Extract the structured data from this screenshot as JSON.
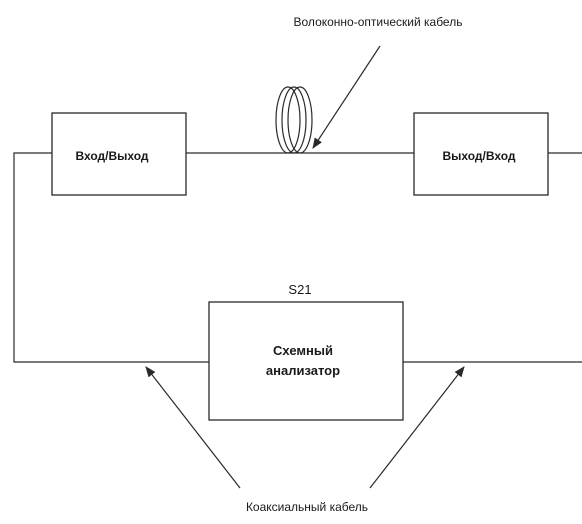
{
  "labels": {
    "fiber_cable": "Волоконно-оптический кабель",
    "io_left": "Вход/Выход",
    "io_right": "Выход/Вход",
    "s_param": "S21",
    "analyzer_line1": "Схемный",
    "analyzer_line2": "анализатор",
    "coax_cable": "Коаксиальный кабель"
  },
  "colors": {
    "line": "#2a2a2a",
    "text": "#1a1a1a",
    "background": "#ffffff"
  }
}
